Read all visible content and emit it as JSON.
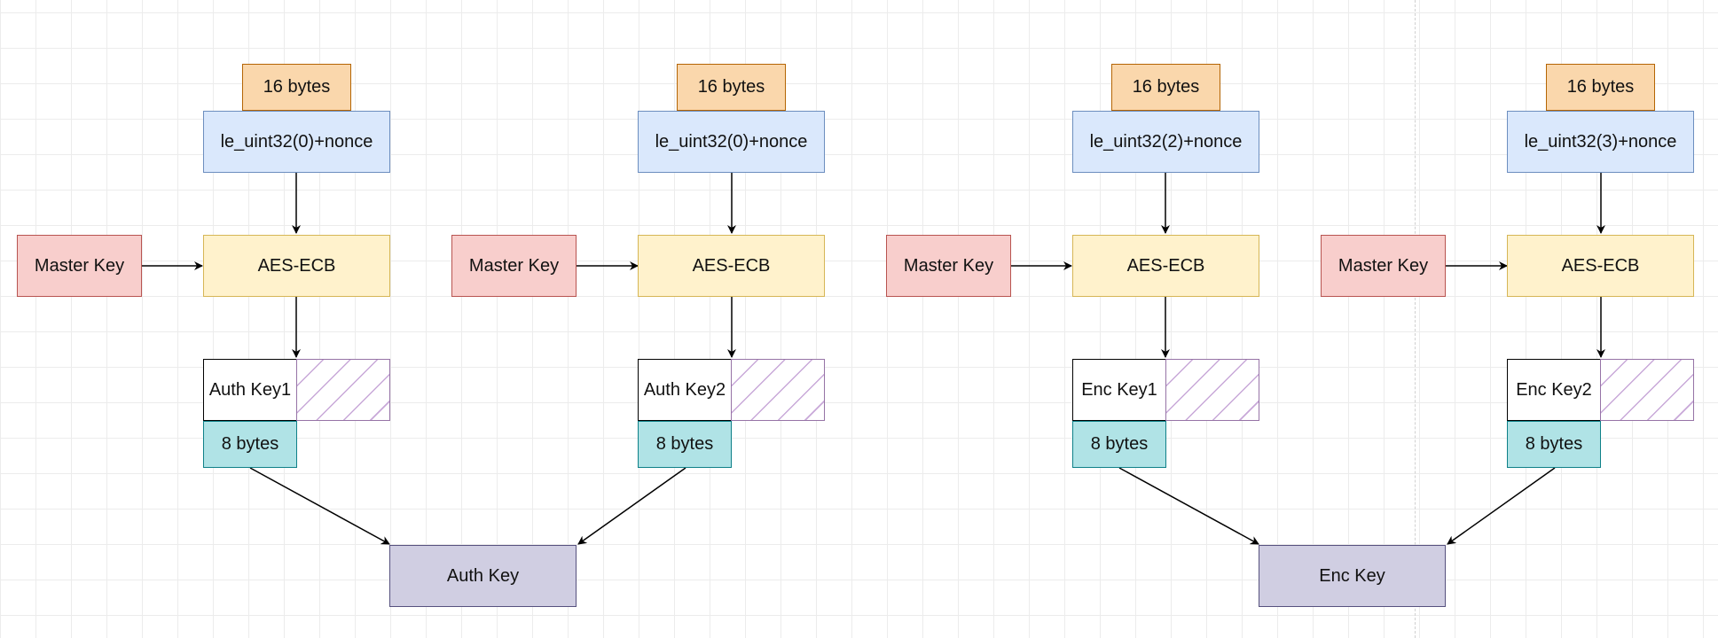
{
  "columns": [
    {
      "size_label": "16 bytes",
      "input_label": "le_uint32(0)+nonce",
      "master_label": "Master Key",
      "cipher_label": "AES-ECB",
      "key_label": "Auth Key1",
      "half_label": "8 bytes"
    },
    {
      "size_label": "16 bytes",
      "input_label": "le_uint32(0)+nonce",
      "master_label": "Master Key",
      "cipher_label": "AES-ECB",
      "key_label": "Auth Key2",
      "half_label": "8 bytes"
    },
    {
      "size_label": "16 bytes",
      "input_label": "le_uint32(2)+nonce",
      "master_label": "Master Key",
      "cipher_label": "AES-ECB",
      "key_label": "Enc Key1",
      "half_label": "8 bytes"
    },
    {
      "size_label": "16 bytes",
      "input_label": "le_uint32(3)+nonce",
      "master_label": "Master Key",
      "cipher_label": "AES-ECB",
      "key_label": "Enc Key2",
      "half_label": "8 bytes"
    }
  ],
  "results": {
    "auth_key_label": "Auth Key",
    "enc_key_label": "Enc Key"
  },
  "colors": {
    "size_fill": "#fad7ac",
    "nonce_fill": "#dae8fc",
    "aes_fill": "#fff2cc",
    "master_fill": "#f8cecc",
    "half_fill": "#b0e3e6",
    "result_fill": "#d0cee2",
    "hatch_stroke": "#9673a6"
  }
}
